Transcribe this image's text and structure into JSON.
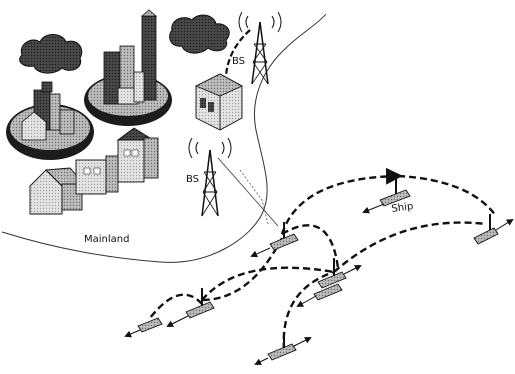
{
  "labels": {
    "bs_top": "BS",
    "bs_bottom": "BS",
    "ship": "Ship",
    "mainland": "Mainland"
  },
  "elements": {
    "base_stations": 2,
    "ships": 8,
    "clouds": 2,
    "building_clusters": 3
  }
}
